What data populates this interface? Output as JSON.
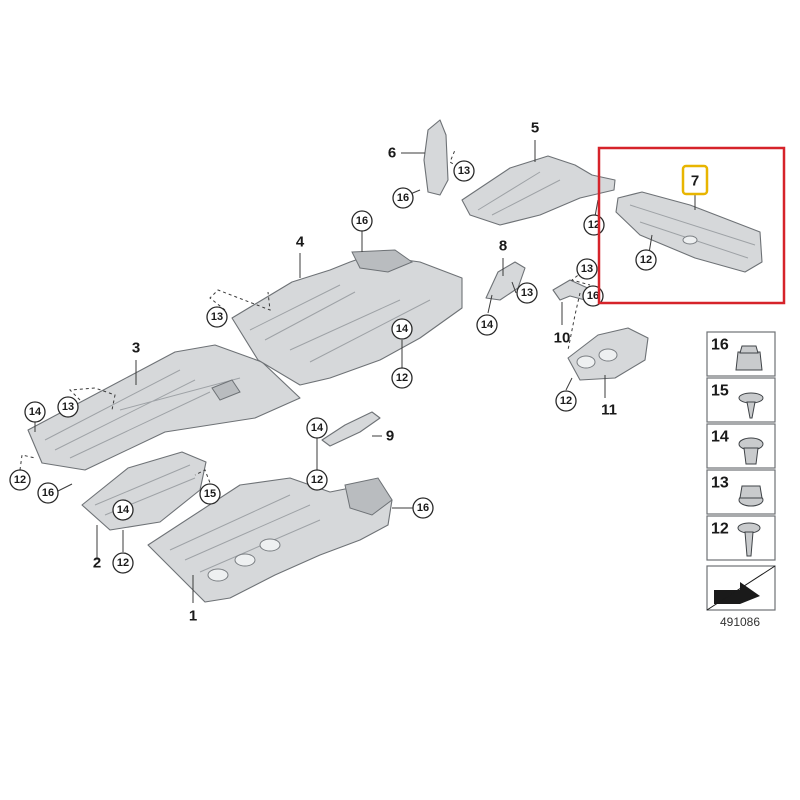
{
  "diagram": {
    "part_labels": {
      "p1": "1",
      "p2": "2",
      "p3": "3",
      "p4": "4",
      "p5": "5",
      "p6": "6",
      "p7": "7",
      "p8": "8",
      "p9": "9",
      "p10": "10",
      "p11": "11"
    },
    "callouts": {
      "c12": "12",
      "c13": "13",
      "c14": "14",
      "c15": "15",
      "c16": "16"
    },
    "legend": [
      "16",
      "15",
      "14",
      "13",
      "12"
    ],
    "reference_number": "491086",
    "highlight_color": "#d6232a",
    "highlight_label_color": "#e8b500"
  }
}
